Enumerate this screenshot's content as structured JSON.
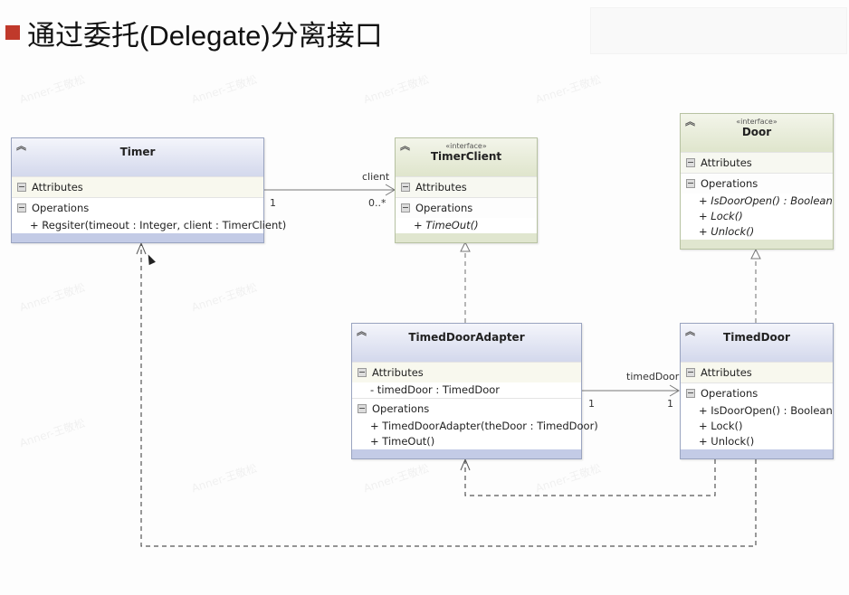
{
  "slide": {
    "title": "通过委托(Delegate)分离接口",
    "bullet_color": "#c0392b",
    "watermark": "Anner-王敬松"
  },
  "classes": {
    "timer": {
      "name": "Timer",
      "attributes_label": "Attributes",
      "operations_label": "Operations",
      "operations": [
        "+ Regsiter(timeout : Integer, client : TimerClient)"
      ]
    },
    "timer_client": {
      "stereotype": "«interface»",
      "name": "TimerClient",
      "attributes_label": "Attributes",
      "operations_label": "Operations",
      "operations": [
        "+ TimeOut()"
      ]
    },
    "door": {
      "stereotype": "«interface»",
      "name": "Door",
      "attributes_label": "Attributes",
      "operations_label": "Operations",
      "operations": [
        "+ IsDoorOpen() : Boolean",
        "+ Lock()",
        "+ Unlock()"
      ]
    },
    "timed_door_adapter": {
      "name": "TimedDoorAdapter",
      "attributes_label": "Attributes",
      "attributes": [
        "- timedDoor : TimedDoor"
      ],
      "operations_label": "Operations",
      "operations": [
        "+ TimedDoorAdapter(theDoor : TimedDoor)",
        "+ TimeOut()"
      ]
    },
    "timed_door": {
      "name": "TimedDoor",
      "attributes_label": "Attributes",
      "operations_label": "Operations",
      "operations": [
        "+ IsDoorOpen() : Boolean",
        "+ Lock()",
        "+ Unlock()"
      ]
    }
  },
  "associations": {
    "timer_client": {
      "role": "client",
      "source_mult": "1",
      "target_mult": "0..*"
    },
    "adapter_door": {
      "role": "timedDoor",
      "source_mult": "1",
      "target_mult": "1"
    }
  },
  "colors": {
    "class_header_blue": "#d3d8ec",
    "interface_header_green": "#dfe5cc",
    "line": "#666666"
  }
}
